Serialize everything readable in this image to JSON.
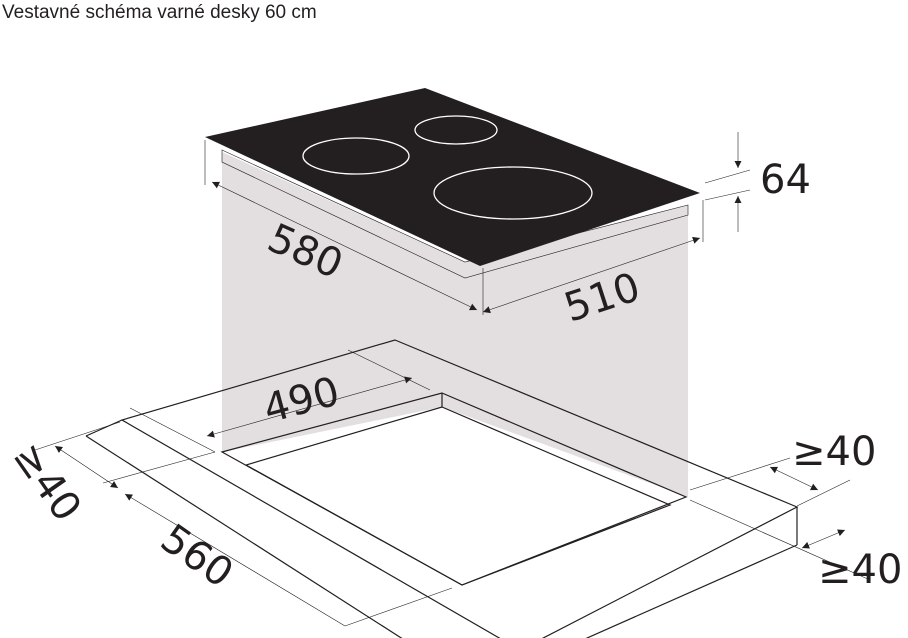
{
  "title": "Vestavné schéma varné desky 60 cm",
  "dimensions": {
    "hob_width": "580",
    "hob_depth": "510",
    "hob_height": "64",
    "cutout_depth": "490",
    "cutout_width": "560",
    "clearance_left": "≥40",
    "clearance_back": "≥40",
    "clearance_front": "≥40"
  },
  "colors": {
    "hob": "#231f20",
    "backdrop": "#e3dfe0",
    "line": "#231f20"
  }
}
